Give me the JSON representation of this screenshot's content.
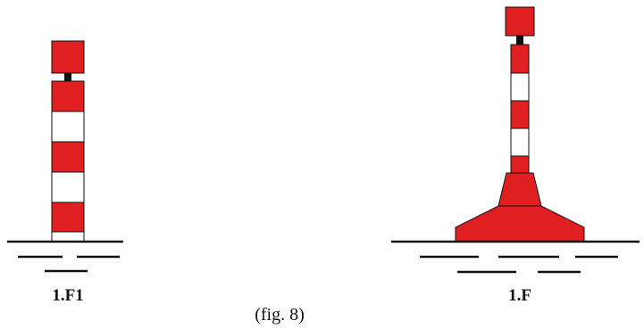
{
  "labels": {
    "left_marker": "1.F1",
    "right_marker": "1.F"
  },
  "caption": "(fig. 8)",
  "colors": {
    "red": "#e02020",
    "white": "#ffffff",
    "outline": "#111111"
  }
}
